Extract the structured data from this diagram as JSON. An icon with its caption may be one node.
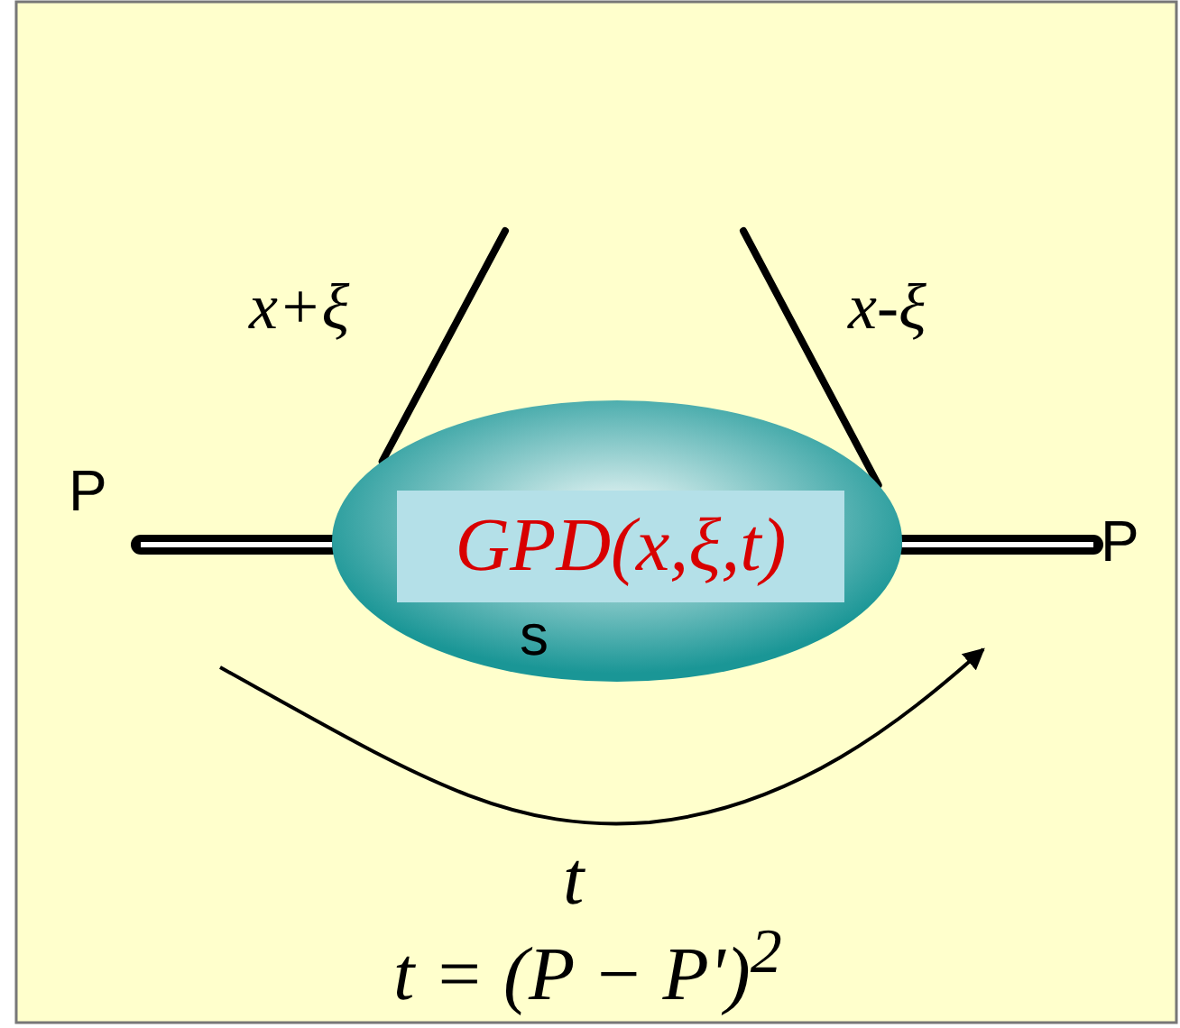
{
  "diagram": {
    "nodes": [
      {
        "text": [
          "GPD(x,ξ,t)",
          "s"
        ]
      },
      {
        "text": [
          "P"
        ]
      },
      {
        "text": [
          "P"
        ]
      }
    ],
    "edges": [
      {
        "from": 1,
        "to": 0,
        "arrow": "none",
        "style": "thick"
      },
      {
        "from": 0,
        "to": 2,
        "arrow": "none",
        "style": "thick"
      },
      {
        "from": 0,
        "to": null,
        "arrow": "none",
        "label": "x+ξ"
      },
      {
        "from": 0,
        "to": null,
        "arrow": "none",
        "label": "x-ξ"
      }
    ],
    "labels": [
      "t",
      "t = (P − P')$^{2}$"
    ]
  }
}
